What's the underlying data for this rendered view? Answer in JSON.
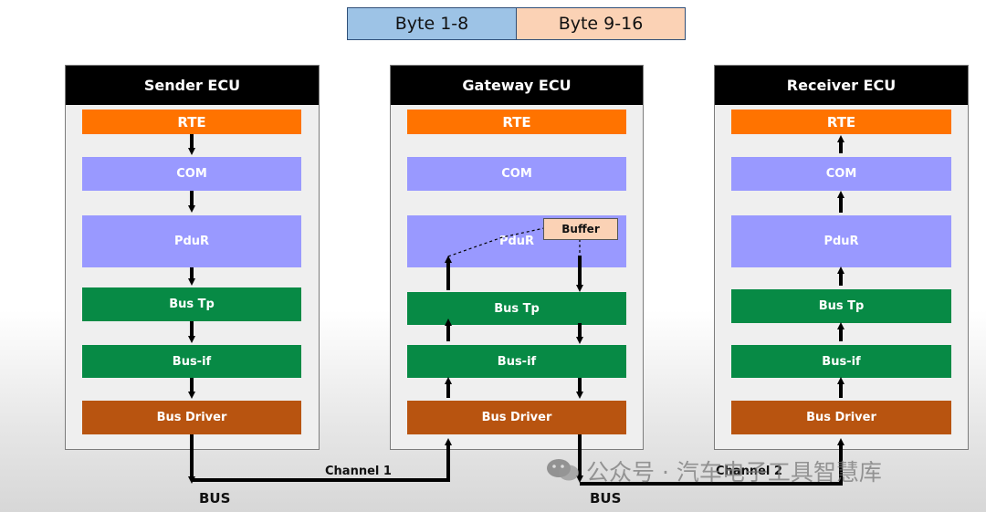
{
  "legend": {
    "cell_1": "Byte 1-8",
    "cell_2": "Byte 9-16",
    "color_1": "#9dc3e6",
    "color_2": "#fbd2b5"
  },
  "ecus": {
    "sender": {
      "title": "Sender ECU"
    },
    "gateway": {
      "title": "Gateway ECU"
    },
    "receiver": {
      "title": "Receiver ECU"
    }
  },
  "layers": {
    "rte": "RTE",
    "com": "COM",
    "pdur": "PduR",
    "bus_tp": "Bus Tp",
    "bus_if": "Bus-if",
    "bus_driver": "Bus Driver"
  },
  "gateway_buffer": "Buffer",
  "channels": {
    "channel_1": "Channel 1",
    "channel_2": "Channel 2"
  },
  "bus_labels": {
    "bus_left": "BUS",
    "bus_right": "BUS"
  },
  "watermark": "公众号 · 汽车电子工具智慧库",
  "colors": {
    "rte": "#ff7300",
    "com": "#9999ff",
    "pdur": "#9999ff",
    "bus_tp": "#078a45",
    "bus_if": "#078a45",
    "bus_driver": "#b85410",
    "ecu_header": "#000000",
    "ecu_body": "#efefef"
  }
}
